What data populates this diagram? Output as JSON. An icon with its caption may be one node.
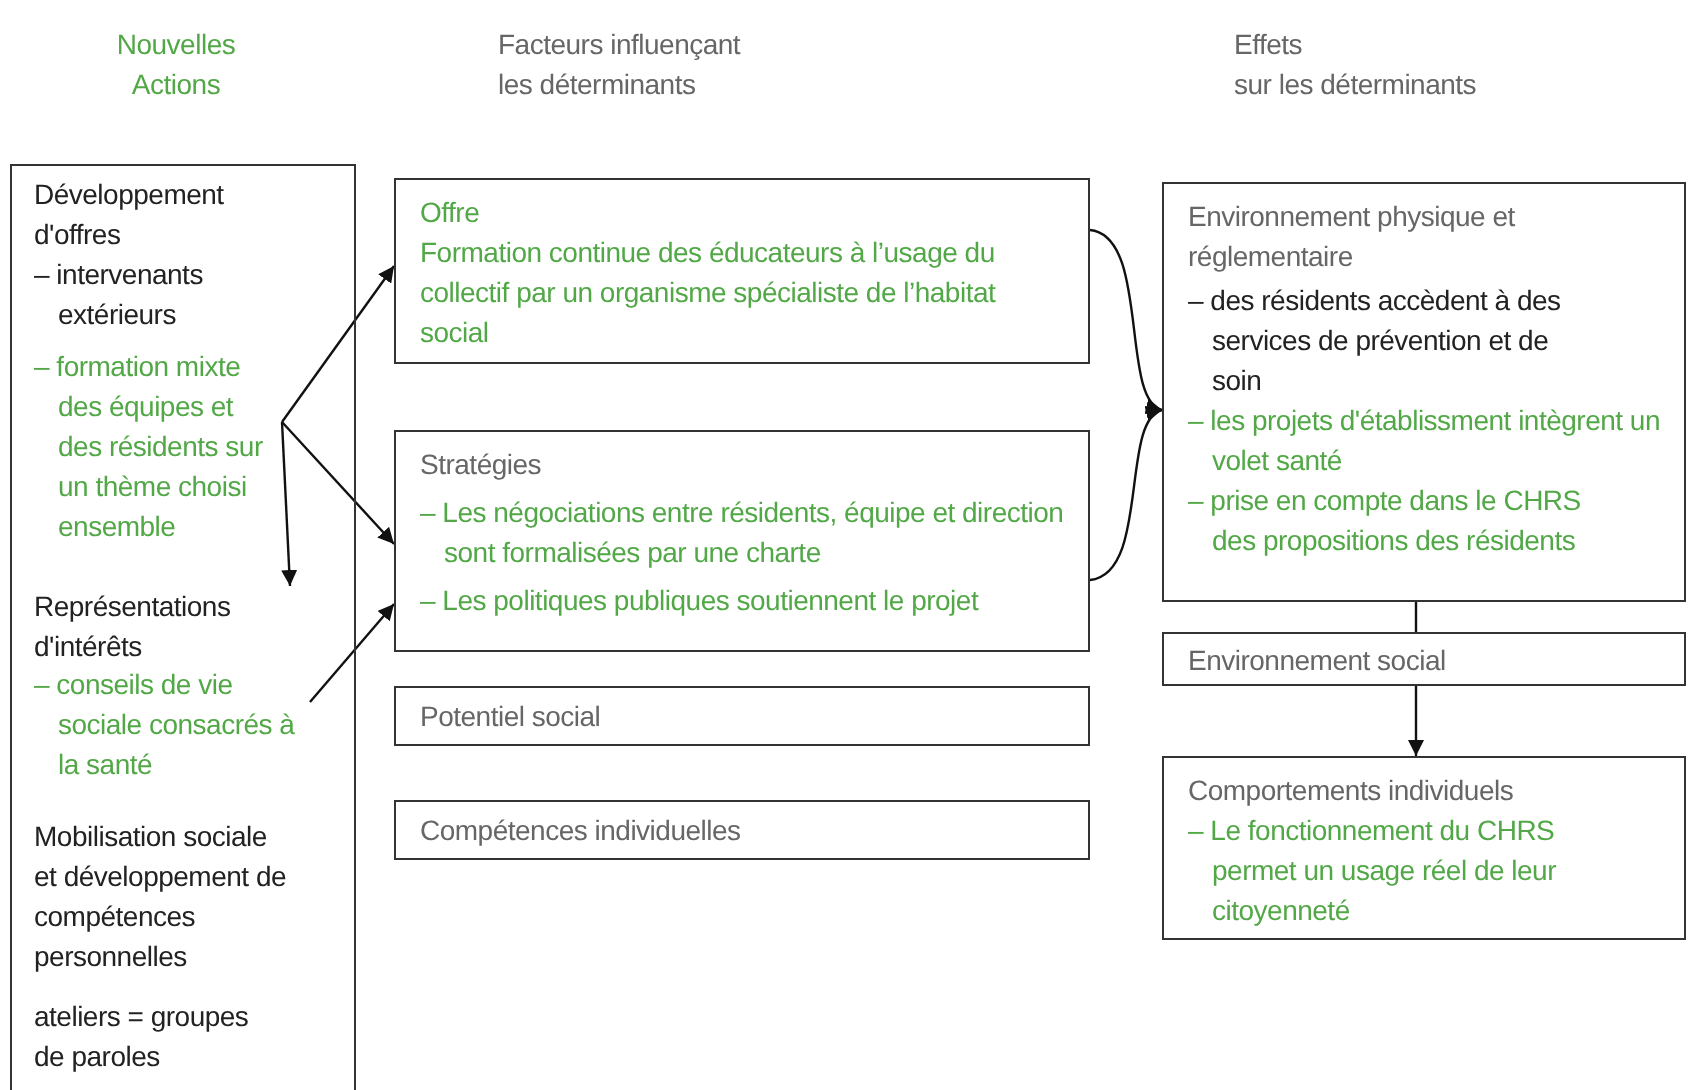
{
  "diagram": {
    "nodes": [
      {
        "text": [
          "Développement d'offres",
          "– intervenants extérieurs",
          "Mobilisation sociale et développement de compétences personnelles",
          "ateliers = groupes de paroles"
        ]
      },
      {
        "text": [
          "– formation mixte des équipes et des résidents sur un thème choisi ensemble"
        ],
        "in": 0
      },
      {
        "text": [
          "Représentations d'intérêts"
        ],
        "in": 0
      },
      {
        "text": [
          "– conseils de vie sociale consacrés à la santé"
        ],
        "in": 0
      },
      {
        "text": [
          "Offre",
          "Formation continue des éducateurs à l’usage du collectif par un organisme spécialiste de l’habitat social"
        ]
      },
      {
        "text": [
          "Stratégies",
          "– Les négociations entre résidents, équipe et direction sont formalisées par une charte",
          "– Les politiques publiques soutiennent le projet"
        ]
      },
      {
        "text": [
          "Potentiel social"
        ]
      },
      {
        "text": [
          "Compétences individuelles"
        ]
      },
      {
        "text": [
          "Environnement physique et réglementaire",
          "– des résidents accèdent à des services de prévention et de soin",
          "– les projets d'établissment intègrent un volet santé",
          "– prise en compte dans le CHRS des propositions des résidents"
        ]
      },
      {
        "text": [
          "Environnement social"
        ]
      },
      {
        "text": [
          "Comportements individuels",
          "– Le fonctionnement du CHRS permet un usage réel de leur citoyenneté"
        ]
      }
    ],
    "edges": [
      {
        "from": 1,
        "to": 4,
        "arrow": "to"
      },
      {
        "from": 1,
        "to": 5,
        "arrow": "to"
      },
      {
        "from": 1,
        "to": 2,
        "arrow": "to"
      },
      {
        "from": 3,
        "to": 5,
        "arrow": "to"
      },
      {
        "from": 4,
        "to": 8,
        "arrow": "to"
      },
      {
        "from": 5,
        "to": 8,
        "arrow": "to"
      },
      {
        "from": 8,
        "to": 9,
        "arrow": "none"
      },
      {
        "from": 9,
        "to": 10,
        "arrow": "to"
      }
    ],
    "labels": [
      "Nouvelles Actions",
      "Facteurs influençant les déterminants",
      "Effets",
      "sur les déterminants"
    ]
  }
}
